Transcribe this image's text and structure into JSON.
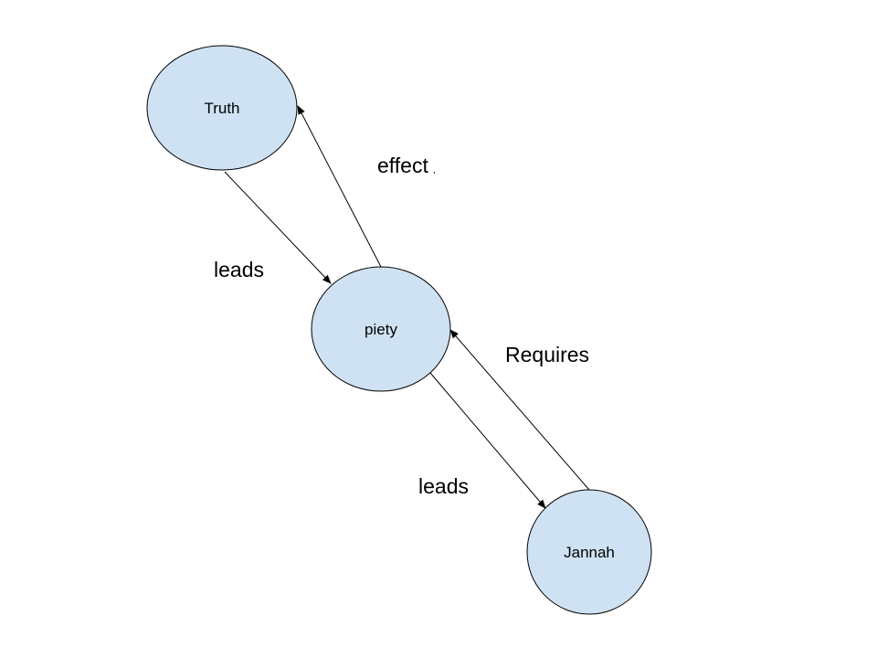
{
  "diagram": {
    "node_fill": "#cfe2f3",
    "stroke_color": "#000000",
    "nodes": {
      "truth": "Truth",
      "piety": "piety",
      "jannah": "Jannah"
    },
    "edges": {
      "truth_to_piety": "leads",
      "piety_to_truth": "effect",
      "piety_to_jannah": "leads",
      "jannah_to_piety": "Requires"
    },
    "stray_mark": ","
  }
}
